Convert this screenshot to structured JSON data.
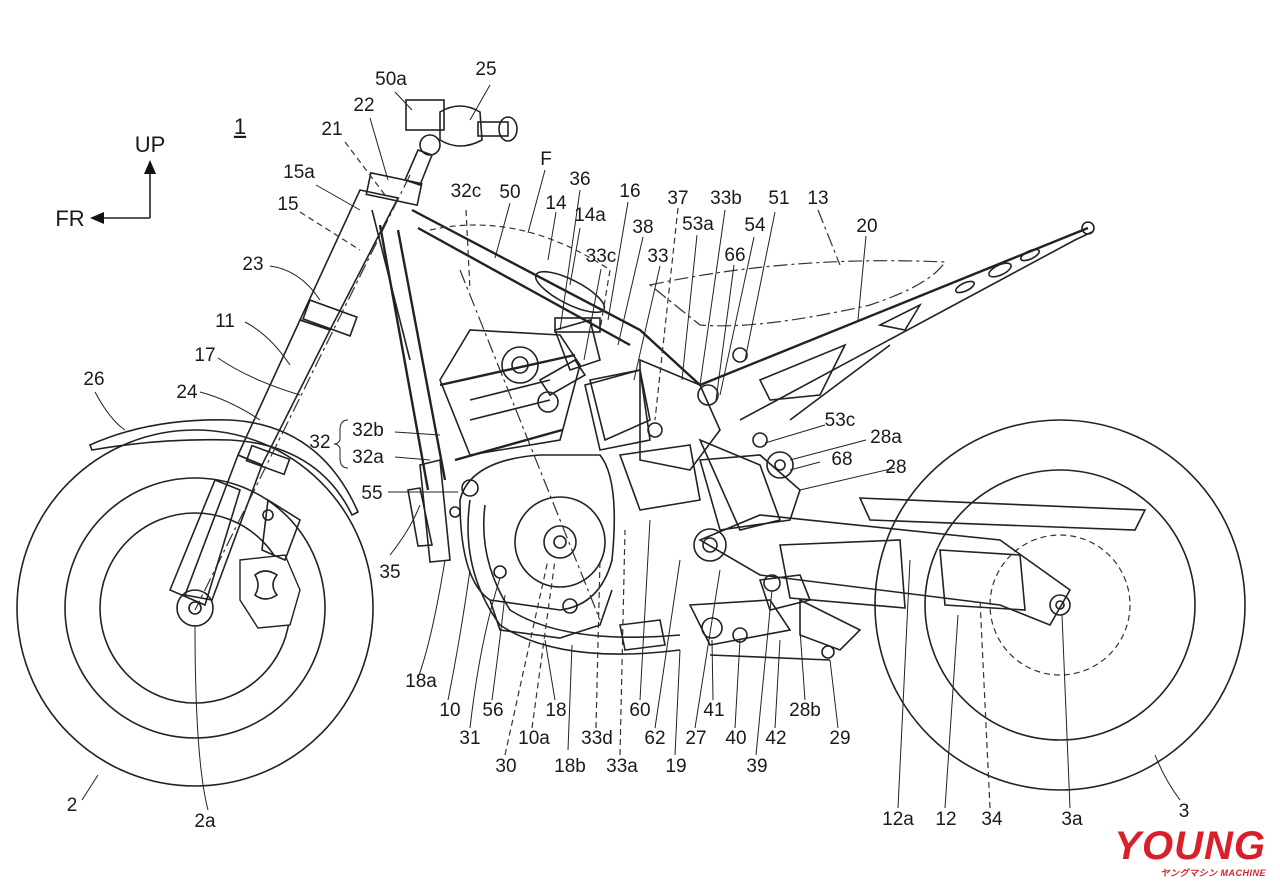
{
  "figure": {
    "figure_number": "1",
    "direction": {
      "up_label": "UP",
      "front_label": "FR"
    },
    "reference_labels": [
      "25",
      "50a",
      "22",
      "21",
      "15a",
      "15",
      "23",
      "11",
      "17",
      "26",
      "24",
      "32",
      "32b",
      "32a",
      "55",
      "35",
      "32c",
      "50",
      "F",
      "36",
      "14",
      "14a",
      "16",
      "37",
      "33b",
      "51",
      "13",
      "20",
      "38",
      "53a",
      "54",
      "33c",
      "33",
      "66",
      "53c",
      "28a",
      "68",
      "28",
      "2",
      "2a",
      "18a",
      "10",
      "31",
      "56",
      "18",
      "10a",
      "30",
      "18b",
      "33d",
      "33a",
      "60",
      "62",
      "19",
      "27",
      "41",
      "40",
      "39",
      "42",
      "28b",
      "29",
      "12a",
      "12",
      "34",
      "3a",
      "3"
    ]
  },
  "watermark": {
    "main": "YOUNG",
    "sub": "ヤングマシン MACHINE"
  }
}
